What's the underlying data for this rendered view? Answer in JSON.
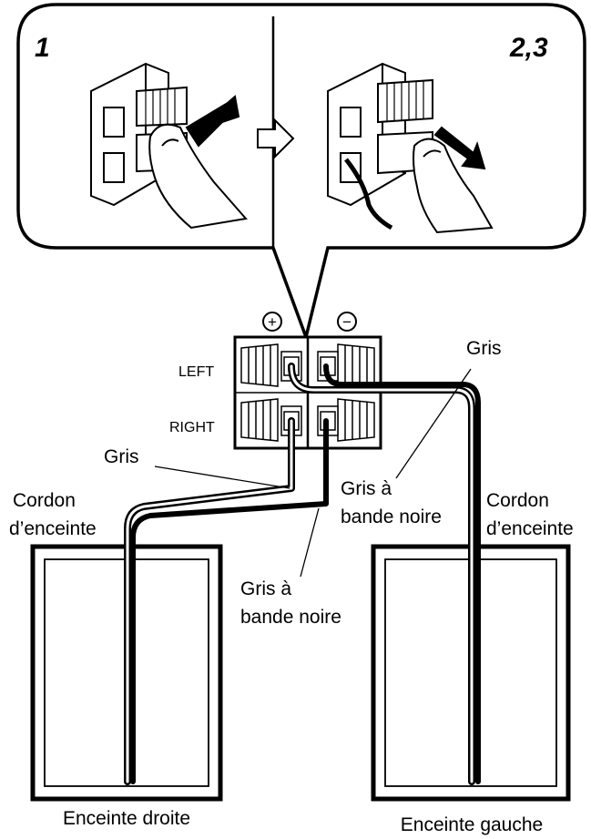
{
  "steps": {
    "first": "1",
    "second": "2,3"
  },
  "terminal": {
    "plus_symbol": "+",
    "minus_symbol": "−",
    "left": "LEFT",
    "right": "RIGHT"
  },
  "labels": {
    "gris_top": "Gris",
    "gris_left": "Gris",
    "gris_bande_mid_1": "Gris à",
    "gris_bande_mid_2": "bande noire",
    "gris_bande_low_1": "Gris à",
    "gris_bande_low_2": "bande noire",
    "cordon_left_1": "Cordon",
    "cordon_left_2": "d’enceinte",
    "cordon_right_1": "Cordon",
    "cordon_right_2": "d’enceinte",
    "speaker_right": "Enceinte droite",
    "speaker_left": "Enceinte gauche"
  },
  "icons": [
    "finger-press-icon",
    "arrow-right-icon",
    "finger-release-icon"
  ],
  "colors": {
    "line": "#000000",
    "fill": "#ffffff"
  }
}
